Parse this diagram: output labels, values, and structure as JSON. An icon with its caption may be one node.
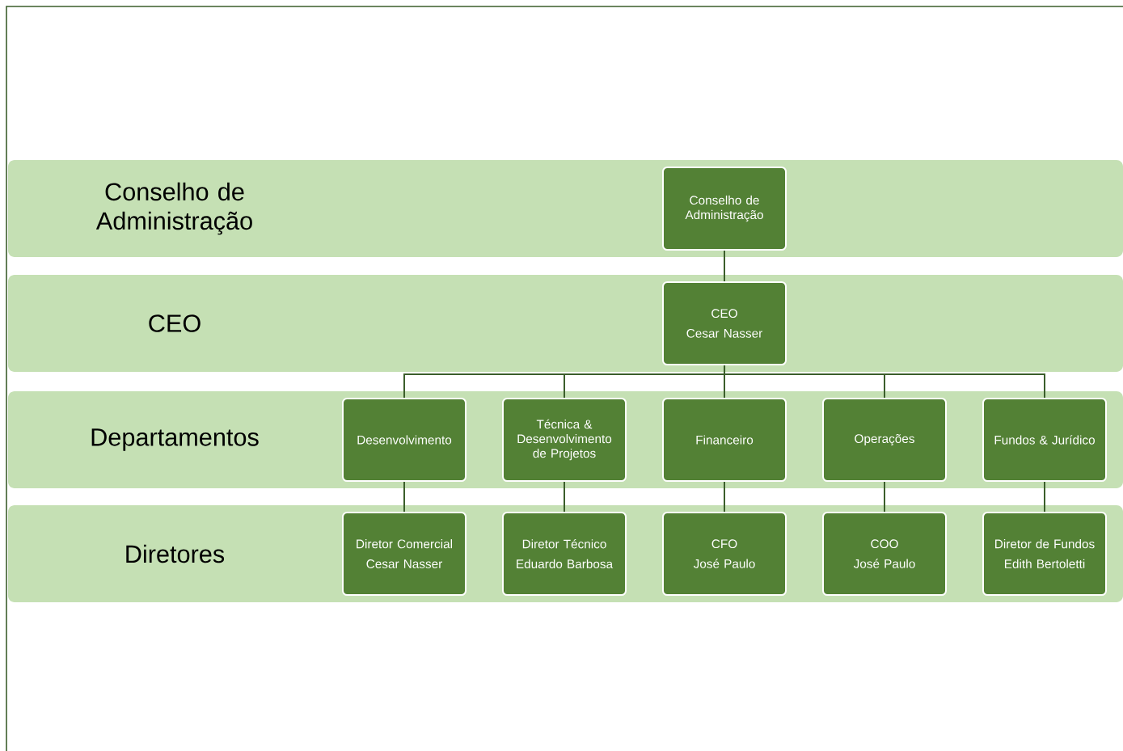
{
  "diagram": {
    "nodes": [
      {
        "text": [
          "Conselho de Administração"
        ]
      },
      {
        "text": [
          "Conselho de Administração"
        ],
        "in": 0
      },
      {
        "text": [
          "CEO"
        ]
      },
      {
        "text": [
          "CEO",
          "Cesar Nasser"
        ],
        "in": 2
      },
      {
        "text": [
          "Departamentos"
        ]
      },
      {
        "text": [
          "Desenvolvimento"
        ],
        "in": 4
      },
      {
        "text": [
          "Técnica & Desenvolvimento de Projetos"
        ],
        "in": 4
      },
      {
        "text": [
          "Financeiro"
        ],
        "in": 4
      },
      {
        "text": [
          "Operações"
        ],
        "in": 4
      },
      {
        "text": [
          "Fundos & Jurídico"
        ],
        "in": 4
      },
      {
        "text": [
          "Diretores"
        ]
      },
      {
        "text": [
          "Diretor Comercial",
          "Cesar Nasser"
        ],
        "in": 10
      },
      {
        "text": [
          "Diretor Técnico",
          "Eduardo Barbosa"
        ],
        "in": 10
      },
      {
        "text": [
          "CFO",
          "José Paulo"
        ],
        "in": 10
      },
      {
        "text": [
          "COO",
          "José Paulo"
        ],
        "in": 10
      },
      {
        "text": [
          "Diretor de Fundos",
          "Edith Bertoletti"
        ],
        "in": 10
      }
    ],
    "edges": [
      {
        "from": 1,
        "to": 3,
        "arrow": "none"
      },
      {
        "from": 3,
        "to": 5,
        "arrow": "none"
      },
      {
        "from": 3,
        "to": 6,
        "arrow": "none"
      },
      {
        "from": 3,
        "to": 7,
        "arrow": "none"
      },
      {
        "from": 3,
        "to": 8,
        "arrow": "none"
      },
      {
        "from": 3,
        "to": 9,
        "arrow": "none"
      },
      {
        "from": 5,
        "to": 11,
        "arrow": "none"
      },
      {
        "from": 6,
        "to": 12,
        "arrow": "none"
      },
      {
        "from": 7,
        "to": 13,
        "arrow": "none"
      },
      {
        "from": 8,
        "to": 14,
        "arrow": "none"
      },
      {
        "from": 9,
        "to": 15,
        "arrow": "none"
      }
    ]
  }
}
